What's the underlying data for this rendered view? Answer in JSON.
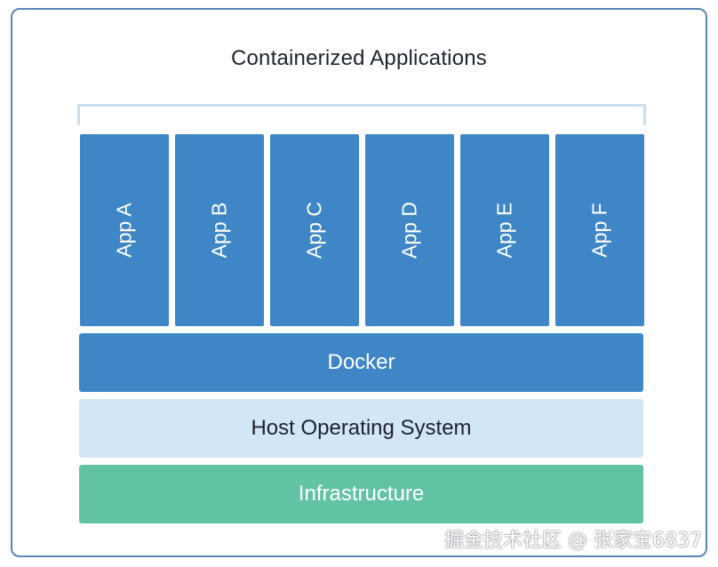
{
  "diagram": {
    "title": "Containerized Applications",
    "apps": [
      {
        "label": "App A"
      },
      {
        "label": "App B"
      },
      {
        "label": "App C"
      },
      {
        "label": "App D"
      },
      {
        "label": "App E"
      },
      {
        "label": "App F"
      }
    ],
    "layers": {
      "docker": "Docker",
      "host_os": "Host Operating System",
      "infrastructure": "Infrastructure"
    },
    "watermark": "掘金技术社区 @ 张家宝6837"
  },
  "colors": {
    "app_blue": "#3f86c6",
    "host_light_blue": "#d3e6f5",
    "infrastructure_green": "#62c3a4",
    "frame_border": "#5a86b6"
  }
}
